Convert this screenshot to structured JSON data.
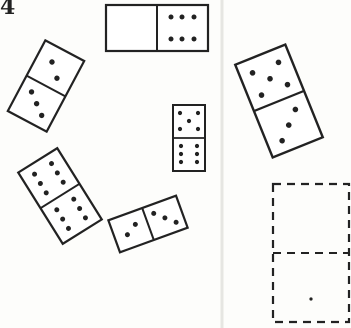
{
  "question_number": "4",
  "dominoes": [
    {
      "id": "top",
      "pips": [
        0,
        6
      ]
    },
    {
      "id": "left-upper",
      "pips": [
        2,
        3
      ]
    },
    {
      "id": "right-upper",
      "pips": [
        5,
        3
      ]
    },
    {
      "id": "center",
      "pips": [
        5,
        6
      ]
    },
    {
      "id": "left-lower",
      "pips": [
        6,
        6
      ]
    },
    {
      "id": "bottom",
      "pips": [
        2,
        3
      ]
    },
    {
      "id": "missing",
      "pips": [
        null,
        1
      ],
      "dashed": true
    }
  ],
  "colors": {
    "ink": "#222222",
    "paper": "#fdfdfb"
  }
}
